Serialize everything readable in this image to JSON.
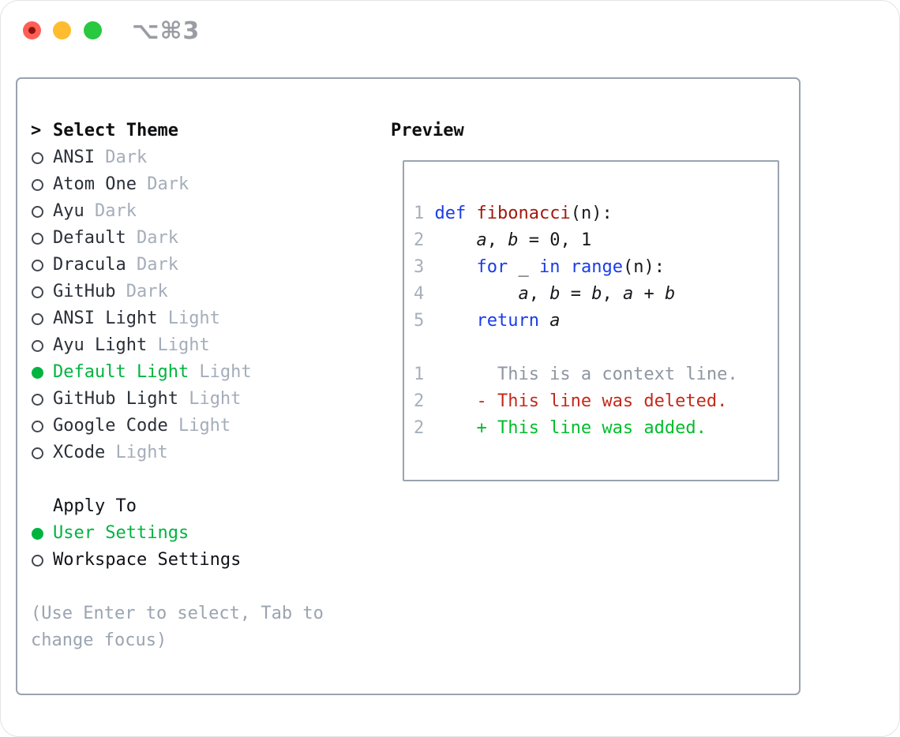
{
  "window": {
    "shortcut": "⌥⌘3"
  },
  "theme_selector": {
    "prompt": ">",
    "header": "Select Theme",
    "items": [
      {
        "name": "ANSI",
        "variant": "Dark",
        "selected": false
      },
      {
        "name": "Atom One",
        "variant": "Dark",
        "selected": false
      },
      {
        "name": "Ayu",
        "variant": "Dark",
        "selected": false
      },
      {
        "name": "Default",
        "variant": "Dark",
        "selected": false
      },
      {
        "name": "Dracula",
        "variant": "Dark",
        "selected": false
      },
      {
        "name": "GitHub",
        "variant": "Dark",
        "selected": false
      },
      {
        "name": "ANSI Light",
        "variant": "Light",
        "selected": false
      },
      {
        "name": "Ayu Light",
        "variant": "Light",
        "selected": false
      },
      {
        "name": "Default Light",
        "variant": "Light",
        "selected": true
      },
      {
        "name": "GitHub Light",
        "variant": "Light",
        "selected": false
      },
      {
        "name": "Google Code",
        "variant": "Light",
        "selected": false
      },
      {
        "name": "XCode",
        "variant": "Light",
        "selected": false
      }
    ]
  },
  "apply_to": {
    "header": "Apply To",
    "options": [
      {
        "label": "User Settings",
        "selected": true
      },
      {
        "label": "Workspace Settings",
        "selected": false
      }
    ]
  },
  "help_text": "(Use Enter to select, Tab to change focus)",
  "preview": {
    "header": "Preview",
    "lines": [
      {
        "num": "1",
        "tokens": [
          {
            "text": "def",
            "style": "keyword"
          },
          {
            "text": " ",
            "style": "plain"
          },
          {
            "text": "fibonacci",
            "style": "function"
          },
          {
            "text": "(n):",
            "style": "plain"
          }
        ]
      },
      {
        "num": "2",
        "tokens": [
          {
            "text": "    ",
            "style": "plain"
          },
          {
            "text": "a",
            "style": "ident"
          },
          {
            "text": ", ",
            "style": "plain"
          },
          {
            "text": "b",
            "style": "ident"
          },
          {
            "text": " = 0, 1",
            "style": "plain"
          }
        ]
      },
      {
        "num": "3",
        "tokens": [
          {
            "text": "    ",
            "style": "plain"
          },
          {
            "text": "for",
            "style": "keyword"
          },
          {
            "text": " _ ",
            "style": "plain"
          },
          {
            "text": "in",
            "style": "keyword"
          },
          {
            "text": " ",
            "style": "plain"
          },
          {
            "text": "range",
            "style": "keyword"
          },
          {
            "text": "(n):",
            "style": "plain"
          }
        ]
      },
      {
        "num": "4",
        "tokens": [
          {
            "text": "        ",
            "style": "plain"
          },
          {
            "text": "a",
            "style": "ident"
          },
          {
            "text": ", ",
            "style": "plain"
          },
          {
            "text": "b",
            "style": "ident"
          },
          {
            "text": " = ",
            "style": "plain"
          },
          {
            "text": "b",
            "style": "ident"
          },
          {
            "text": ", ",
            "style": "plain"
          },
          {
            "text": "a",
            "style": "ident"
          },
          {
            "text": " + ",
            "style": "plain"
          },
          {
            "text": "b",
            "style": "ident"
          }
        ]
      },
      {
        "num": "5",
        "tokens": [
          {
            "text": "    ",
            "style": "plain"
          },
          {
            "text": "return",
            "style": "keyword"
          },
          {
            "text": " ",
            "style": "plain"
          },
          {
            "text": "a",
            "style": "ident"
          }
        ]
      },
      {
        "num": "",
        "tokens": []
      },
      {
        "num": "1",
        "tokens": [
          {
            "text": "      This is a context line.",
            "style": "context"
          }
        ]
      },
      {
        "num": "2",
        "tokens": [
          {
            "text": "    - This line was deleted.",
            "style": "deleted"
          }
        ]
      },
      {
        "num": "2",
        "tokens": [
          {
            "text": "    + This line was added.",
            "style": "added"
          }
        ]
      }
    ]
  },
  "colors": {
    "accent_green": "#00b440",
    "keyword_blue": "#1a3ce8",
    "function_red": "#a3180c",
    "diff_deleted": "#c4291b",
    "diff_added": "#00bd2c",
    "muted_gray": "#a4adba",
    "border_gray": "#9aa3ae",
    "traffic_red": "#fe5f57",
    "traffic_yellow": "#febc2e",
    "traffic_green": "#28c840"
  }
}
